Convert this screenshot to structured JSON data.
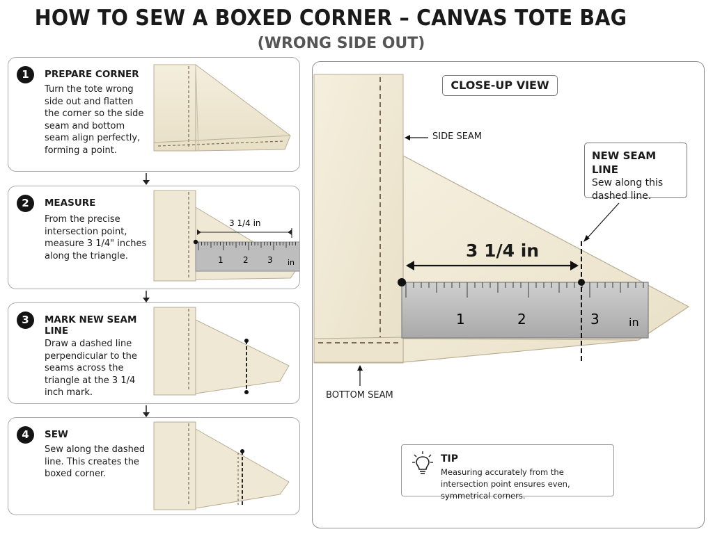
{
  "title": "HOW TO SEW A BOXED CORNER – CANVAS TOTE BAG",
  "subtitle": "(WRONG SIDE OUT)",
  "steps": [
    {
      "number": "1",
      "title": "PREPARE CORNER",
      "text": "Turn the tote wrong side out and flatten the corner so the side seam and bottom seam align perfectly, forming a point."
    },
    {
      "number": "2",
      "title": "MEASURE",
      "text": "From the precise intersection point, measure 3 1/4\" inches along the triangle.",
      "measurement_label": "3 1/4 in",
      "ruler_ticks": [
        "1",
        "2",
        "3"
      ],
      "ruler_unit": "in"
    },
    {
      "number": "3",
      "title": "MARK NEW SEAM LINE",
      "text": "Draw a dashed line perpendicular to the seams across the triangle at the 3 1/4 inch mark."
    },
    {
      "number": "4",
      "title": "SEW",
      "text": "Sew along the dashed line. This creates the boxed corner."
    }
  ],
  "closeup": {
    "label": "CLOSE-UP VIEW",
    "side_seam_label": "SIDE SEAM",
    "bottom_seam_label": "BOTTOM SEAM",
    "measurement_label": "3 1/4 in",
    "ruler_ticks": [
      "1",
      "2",
      "3"
    ],
    "ruler_unit": "in",
    "new_seam": {
      "title": "NEW SEAM LINE",
      "text": "Sew along this dashed line."
    },
    "tip": {
      "title": "TIP",
      "text": "Measuring accurately from the intersection point ensures even, symmetrical corners."
    }
  },
  "colors": {
    "canvas": "#f1ead7",
    "canvas_shadow": "#ddd3bb",
    "stitch": "#7a6a55",
    "ruler": "#bcbcbc",
    "ink": "#1a1a1a"
  },
  "icons": [
    "lightbulb-icon",
    "down-arrow-icon",
    "left-arrow-icon",
    "up-arrow-icon"
  ]
}
